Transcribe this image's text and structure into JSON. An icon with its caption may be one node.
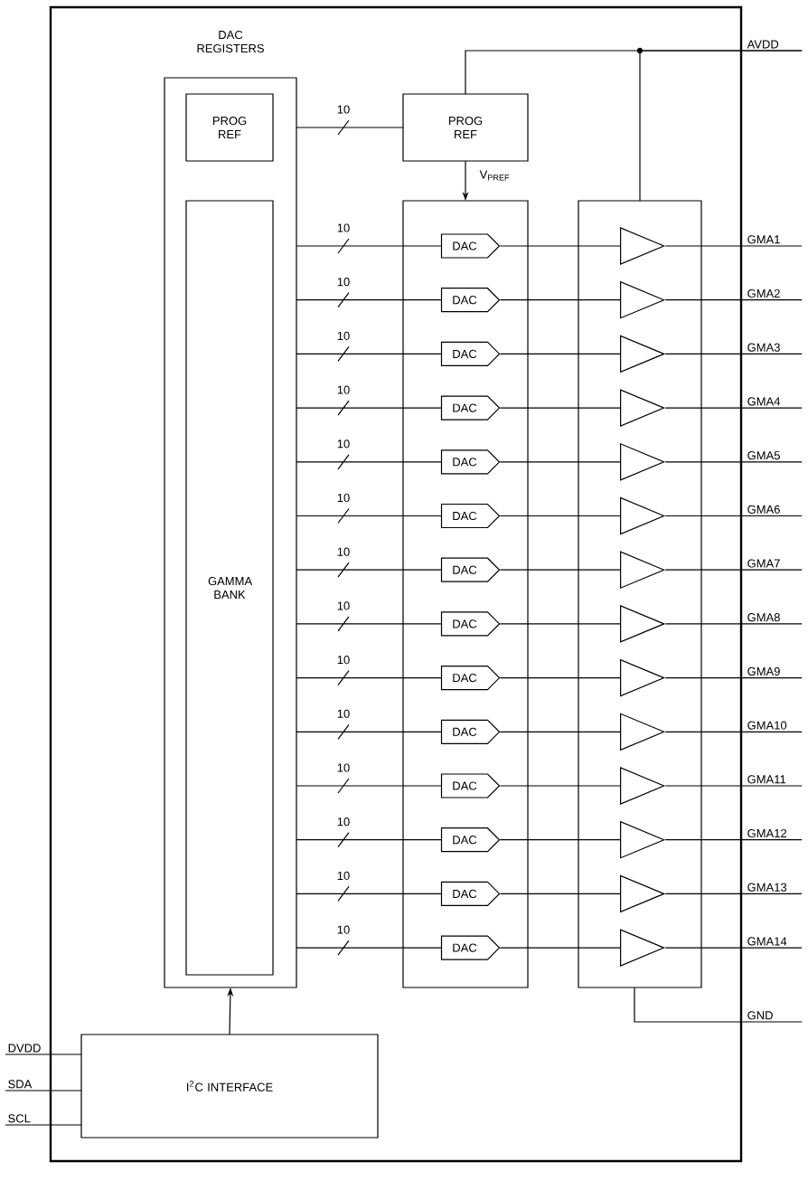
{
  "diagram": {
    "nodes": [
      {
        "text": [],
        "shape": "box"
      },
      {
        "text": [
          "DAC REGISTERS"
        ],
        "in": 0
      },
      {
        "text": [
          "PROG REF"
        ],
        "in": 1
      },
      {
        "text": [
          "GAMMA BANK"
        ],
        "in": 1
      },
      {
        "text": [
          "PROG REF"
        ],
        "in": 0
      },
      {
        "text": [],
        "shape": "box",
        "in": 0
      },
      {
        "text": [
          "DAC"
        ],
        "in": 5
      },
      {
        "text": [
          "DAC"
        ],
        "in": 5
      },
      {
        "text": [
          "DAC"
        ],
        "in": 5
      },
      {
        "text": [
          "DAC"
        ],
        "in": 5
      },
      {
        "text": [
          "DAC"
        ],
        "in": 5
      },
      {
        "text": [
          "DAC"
        ],
        "in": 5
      },
      {
        "text": [
          "DAC"
        ],
        "in": 5
      },
      {
        "text": [
          "DAC"
        ],
        "in": 5
      },
      {
        "text": [
          "DAC"
        ],
        "in": 5
      },
      {
        "text": [
          "DAC"
        ],
        "in": 5
      },
      {
        "text": [
          "DAC"
        ],
        "in": 5
      },
      {
        "text": [
          "DAC"
        ],
        "in": 5
      },
      {
        "text": [
          "DAC"
        ],
        "in": 5
      },
      {
        "text": [
          "DAC"
        ],
        "in": 5
      },
      {
        "text": [],
        "shape": "box",
        "in": 0
      },
      {
        "text": [],
        "shape": "triangle",
        "in": 20
      },
      {
        "text": [],
        "shape": "triangle",
        "in": 20
      },
      {
        "text": [],
        "shape": "triangle",
        "in": 20
      },
      {
        "text": [],
        "shape": "triangle",
        "in": 20
      },
      {
        "text": [],
        "shape": "triangle",
        "in": 20
      },
      {
        "text": [],
        "shape": "triangle",
        "in": 20
      },
      {
        "text": [],
        "shape": "triangle",
        "in": 20
      },
      {
        "text": [],
        "shape": "triangle",
        "in": 20
      },
      {
        "text": [],
        "shape": "triangle",
        "in": 20
      },
      {
        "text": [],
        "shape": "triangle",
        "in": 20
      },
      {
        "text": [],
        "shape": "triangle",
        "in": 20
      },
      {
        "text": [],
        "shape": "triangle",
        "in": 20
      },
      {
        "text": [],
        "shape": "triangle",
        "in": 20
      },
      {
        "text": [],
        "shape": "triangle",
        "in": 20
      },
      {
        "text": [
          "I$^{2}$C INTERFACE"
        ],
        "in": 0
      },
      {
        "text": [
          "AVDD"
        ]
      },
      {
        "text": [
          "GMA1"
        ]
      },
      {
        "text": [
          "GMA2"
        ]
      },
      {
        "text": [
          "GMA3"
        ]
      },
      {
        "text": [
          "GMA4"
        ]
      },
      {
        "text": [
          "GMA5"
        ]
      },
      {
        "text": [
          "GMA6"
        ]
      },
      {
        "text": [
          "GMA7"
        ]
      },
      {
        "text": [
          "GMA8"
        ]
      },
      {
        "text": [
          "GMA9"
        ]
      },
      {
        "text": [
          "GMA10"
        ]
      },
      {
        "text": [
          "GMA11"
        ]
      },
      {
        "text": [
          "GMA12"
        ]
      },
      {
        "text": [
          "GMA13"
        ]
      },
      {
        "text": [
          "GMA14"
        ]
      },
      {
        "text": [
          "GND"
        ]
      },
      {
        "text": [
          "DVDD"
        ]
      },
      {
        "text": [
          "SDA"
        ]
      },
      {
        "text": [
          "SCL"
        ]
      }
    ],
    "edges": [
      {
        "from": 1,
        "to": 4,
        "arrow": "none",
        "label": "10"
      },
      {
        "from": 4,
        "to": 5,
        "arrow": "to",
        "label": "V$_{PREF}$"
      },
      {
        "from": 1,
        "to": 6,
        "arrow": "none",
        "label": "10"
      },
      {
        "from": 1,
        "to": 7,
        "arrow": "none",
        "label": "10"
      },
      {
        "from": 1,
        "to": 8,
        "arrow": "none",
        "label": "10"
      },
      {
        "from": 1,
        "to": 9,
        "arrow": "none",
        "label": "10"
      },
      {
        "from": 1,
        "to": 10,
        "arrow": "none",
        "label": "10"
      },
      {
        "from": 1,
        "to": 11,
        "arrow": "none",
        "label": "10"
      },
      {
        "from": 1,
        "to": 12,
        "arrow": "none",
        "label": "10"
      },
      {
        "from": 1,
        "to": 13,
        "arrow": "none",
        "label": "10"
      },
      {
        "from": 1,
        "to": 14,
        "arrow": "none",
        "label": "10"
      },
      {
        "from": 1,
        "to": 15,
        "arrow": "none",
        "label": "10"
      },
      {
        "from": 1,
        "to": 16,
        "arrow": "none",
        "label": "10"
      },
      {
        "from": 1,
        "to": 17,
        "arrow": "none",
        "label": "10"
      },
      {
        "from": 1,
        "to": 18,
        "arrow": "none",
        "label": "10"
      },
      {
        "from": 1,
        "to": 19,
        "arrow": "none",
        "label": "10"
      },
      {
        "from": 6,
        "to": 21,
        "arrow": "none"
      },
      {
        "from": 7,
        "to": 22,
        "arrow": "none"
      },
      {
        "from": 8,
        "to": 23,
        "arrow": "none"
      },
      {
        "from": 9,
        "to": 24,
        "arrow": "none"
      },
      {
        "from": 10,
        "to": 25,
        "arrow": "none"
      },
      {
        "from": 11,
        "to": 26,
        "arrow": "none"
      },
      {
        "from": 12,
        "to": 27,
        "arrow": "none"
      },
      {
        "from": 13,
        "to": 28,
        "arrow": "none"
      },
      {
        "from": 14,
        "to": 29,
        "arrow": "none"
      },
      {
        "from": 15,
        "to": 30,
        "arrow": "none"
      },
      {
        "from": 16,
        "to": 31,
        "arrow": "none"
      },
      {
        "from": 17,
        "to": 32,
        "arrow": "none"
      },
      {
        "from": 18,
        "to": 33,
        "arrow": "none"
      },
      {
        "from": 19,
        "to": 34,
        "arrow": "none"
      },
      {
        "from": 21,
        "to": 37,
        "arrow": "none"
      },
      {
        "from": 22,
        "to": 38,
        "arrow": "none"
      },
      {
        "from": 23,
        "to": 39,
        "arrow": "none"
      },
      {
        "from": 24,
        "to": 40,
        "arrow": "none"
      },
      {
        "from": 25,
        "to": 41,
        "arrow": "none"
      },
      {
        "from": 26,
        "to": 42,
        "arrow": "none"
      },
      {
        "from": 27,
        "to": 43,
        "arrow": "none"
      },
      {
        "from": 28,
        "to": 44,
        "arrow": "none"
      },
      {
        "from": 29,
        "to": 45,
        "arrow": "none"
      },
      {
        "from": 30,
        "to": 46,
        "arrow": "none"
      },
      {
        "from": 31,
        "to": 47,
        "arrow": "none"
      },
      {
        "from": 32,
        "to": 48,
        "arrow": "none"
      },
      {
        "from": 33,
        "to": 49,
        "arrow": "none"
      },
      {
        "from": 34,
        "to": 50,
        "arrow": "none"
      },
      {
        "from": 36,
        "to": 4,
        "arrow": "none"
      },
      {
        "from": 36,
        "to": 20,
        "arrow": "none"
      },
      {
        "from": 20,
        "to": 51,
        "arrow": "none"
      },
      {
        "from": 52,
        "to": 35,
        "arrow": "none"
      },
      {
        "from": 53,
        "to": 35,
        "arrow": "none"
      },
      {
        "from": 54,
        "to": 35,
        "arrow": "none"
      },
      {
        "from": 35,
        "to": 1,
        "arrow": "to"
      }
    ]
  }
}
